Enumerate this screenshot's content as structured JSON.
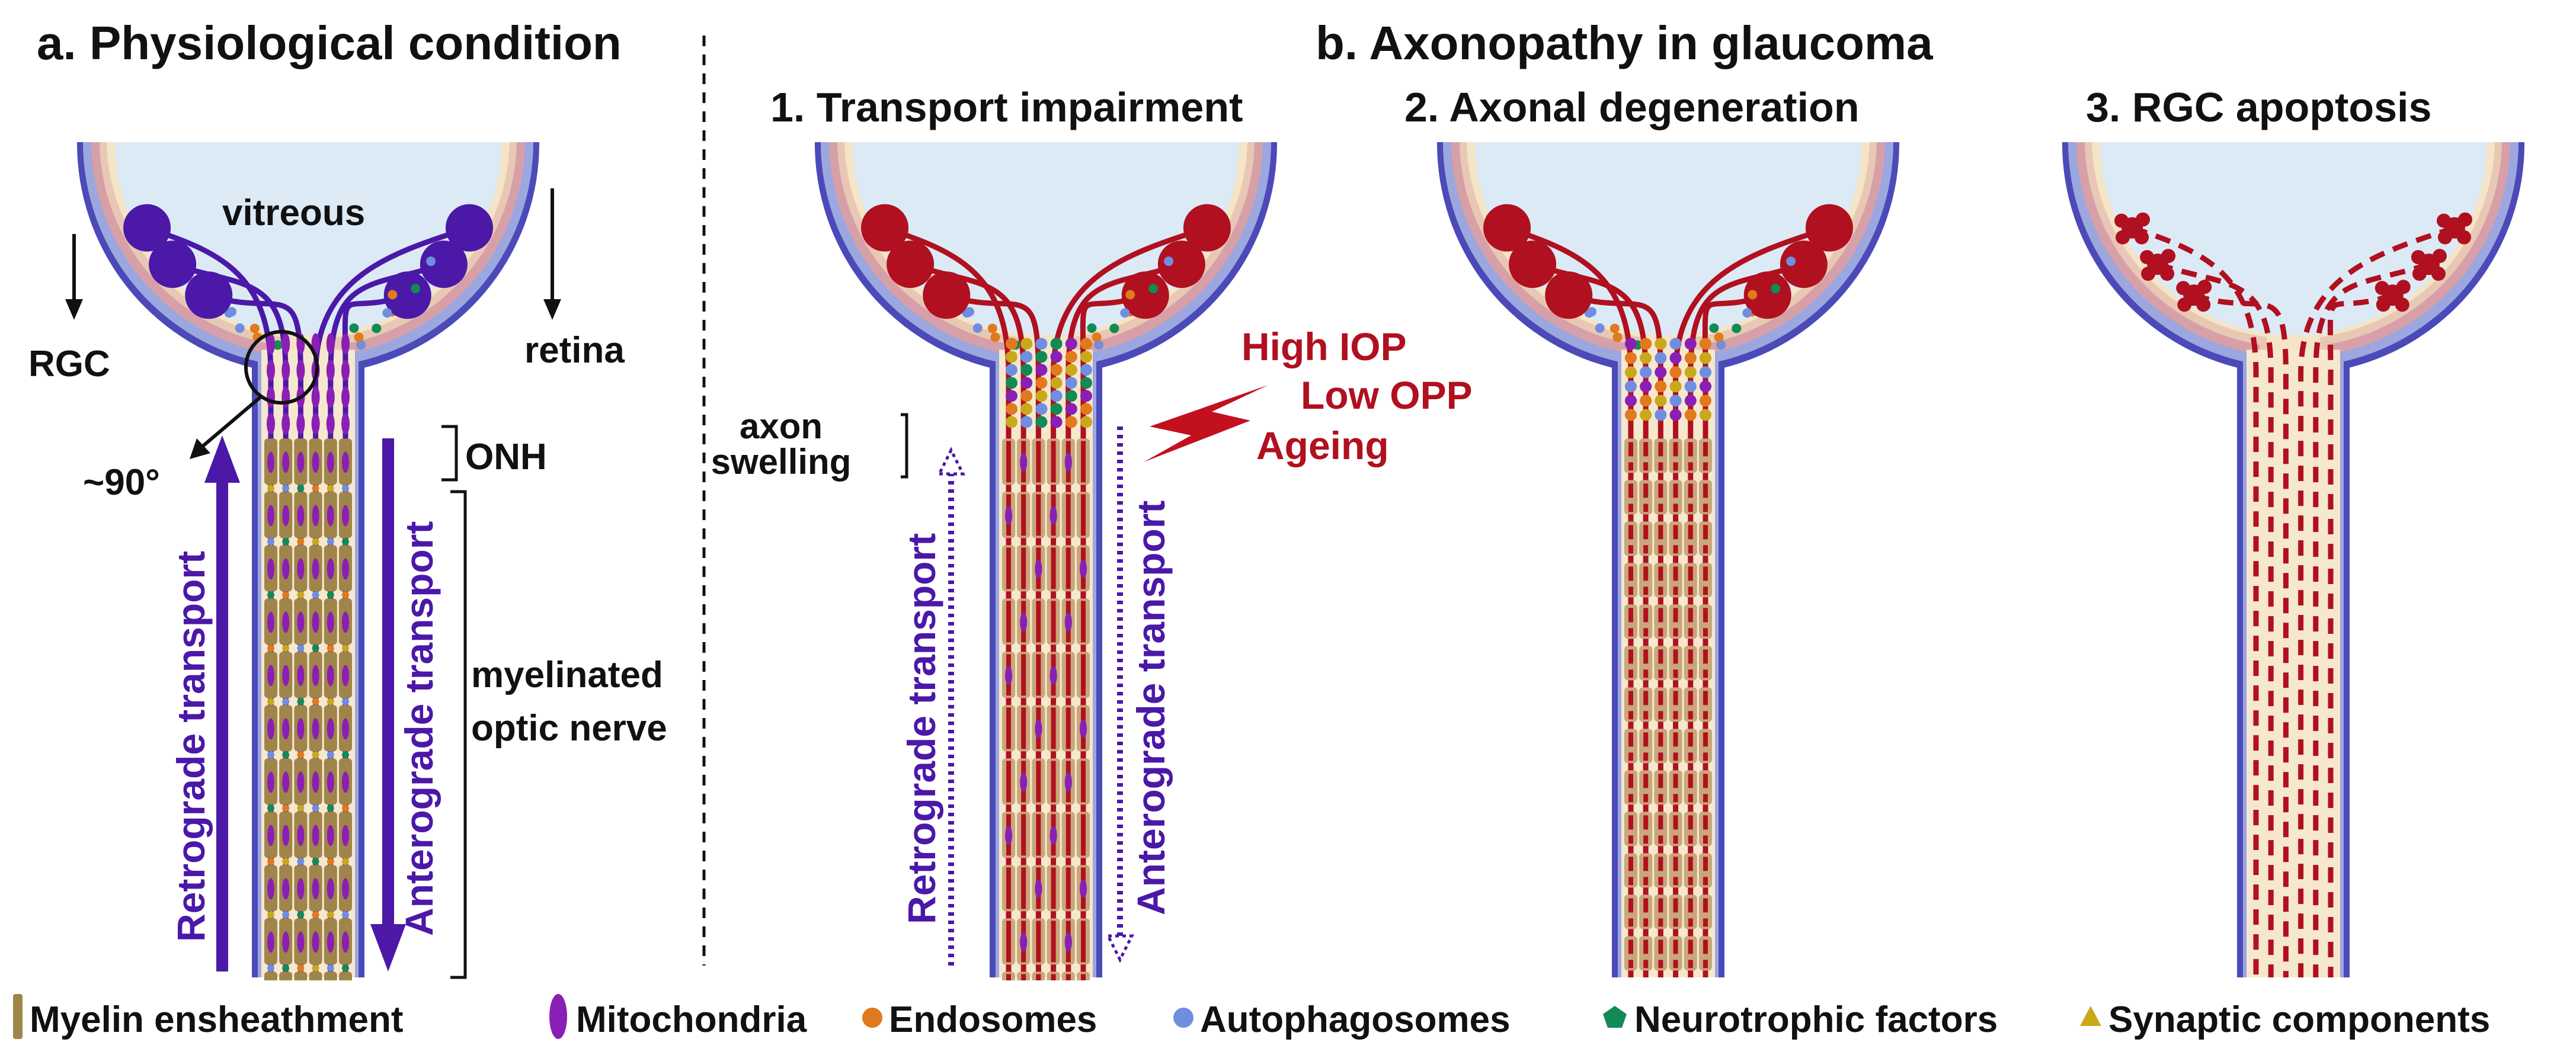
{
  "panels": {
    "a": {
      "title": "a. Physiological condition",
      "vitreous": "vitreous",
      "rgc": "RGC",
      "retina": "retina",
      "angle": "~90°",
      "onh": "ONH",
      "myelinated_1": "myelinated",
      "myelinated_2": "optic nerve",
      "retrograde": "Retrograde transport",
      "anterograde": "Anterograde transport"
    },
    "b": {
      "title": "b. Axonopathy in glaucoma",
      "stage1": "1. Transport impairment",
      "stage2": "2. Axonal degeneration",
      "stage3": "3. RGC apoptosis",
      "axon_1": "axon",
      "axon_2": "swelling",
      "insults": [
        "High IOP",
        "Low OPP",
        "Ageing"
      ],
      "retrograde": "Retrograde transport",
      "anterograde": "Anterograde transport"
    }
  },
  "legend": [
    {
      "label": "Myelin ensheathment",
      "icon": "myelin-bar-icon",
      "color": "#a0854a"
    },
    {
      "label": "Mitochondria",
      "icon": "mitochondria-ellipse-icon",
      "color": "#8a1fb5"
    },
    {
      "label": "Endosomes",
      "icon": "endosome-dot-icon",
      "color": "#e07a1c"
    },
    {
      "label": "Autophagosomes",
      "icon": "autophagosome-dot-icon",
      "color": "#6f8ee0"
    },
    {
      "label": "Neurotrophic factors",
      "icon": "neurotrophic-pentagon-icon",
      "color": "#138a55"
    },
    {
      "label": "Synaptic components",
      "icon": "synaptic-triangle-icon",
      "color": "#c9a81c"
    }
  ],
  "colors": {
    "vitreous": "#dceaf6",
    "retina_layers": [
      "#d7a0a8",
      "#e8c8b4",
      "#f4e4c8"
    ],
    "healthy_axon": "#4b18a8",
    "damaged_axon": "#b0101f",
    "transport_arrow": "#4b18a8",
    "insult_text": "#b0101f"
  }
}
